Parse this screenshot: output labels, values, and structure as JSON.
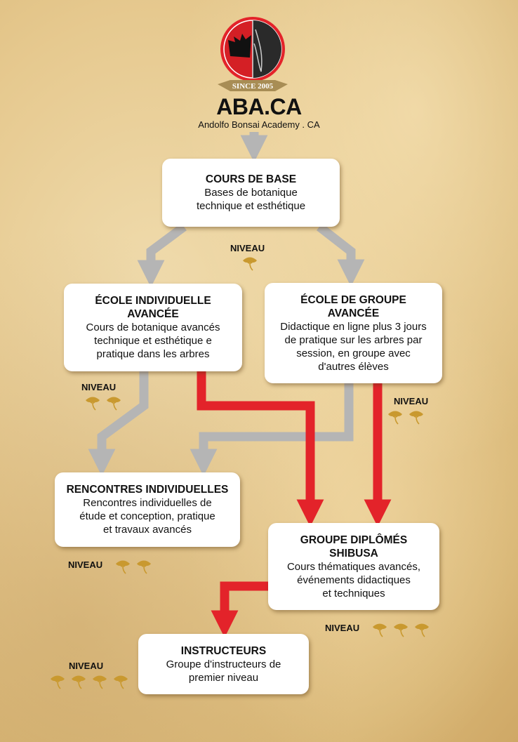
{
  "logo": {
    "banner": "SINCE 2005",
    "title": "ABA.CA",
    "subtitle": "Andolfo Bonsai Academy . CA"
  },
  "colors": {
    "gray_arrow": "#b5b5b5",
    "red_arrow": "#e3232a",
    "leaf": "#c9992f"
  },
  "boxes": {
    "base": {
      "title": "COURS DE BASE",
      "lines": [
        "Bases de botanique",
        "technique et esthétique"
      ]
    },
    "individuelle": {
      "title": [
        "ÉCOLE INDIVIDUELLE",
        "AVANCÉE"
      ],
      "lines": [
        "Cours de botanique avancés",
        "technique et esthétique e",
        "pratique dans les arbres"
      ]
    },
    "groupe": {
      "title": [
        "ÉCOLE DE GROUPE",
        "AVANCÉE"
      ],
      "lines": [
        "Didactique  en ligne plus 3 jours",
        "de pratique sur les arbres par",
        "session, en groupe avec",
        "d'autres élèves"
      ]
    },
    "rencontres": {
      "title": "RENCONTRES INDIVIDUELLES",
      "lines": [
        "Rencontres individuelles de",
        "étude et conception, pratique",
        "et travaux avancés"
      ]
    },
    "shibusa": {
      "title": [
        "GROUPE  DIPLÔMÉS",
        "SHIBUSA"
      ],
      "lines": [
        "Cours thématiques avancés,",
        "événements didactiques",
        "et techniques"
      ]
    },
    "instructeurs": {
      "title": "INSTRUCTEURS",
      "lines": [
        "Groupe d'instructeurs de",
        "premier niveau"
      ]
    }
  },
  "levels": {
    "label": "NIVEAU",
    "base": 1,
    "individuelle": 2,
    "groupe": 2,
    "rencontres": 2,
    "shibusa": 3,
    "instructeurs": 4
  }
}
